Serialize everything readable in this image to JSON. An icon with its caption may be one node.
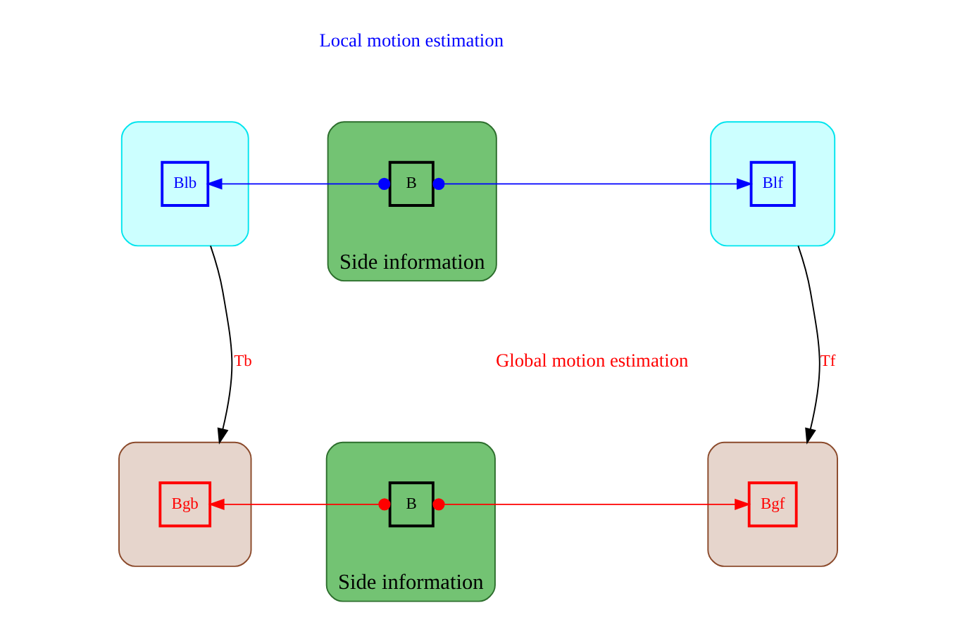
{
  "diagram": {
    "nodes": [
      {
        "text": [],
        "shape": "box"
      },
      {
        "text": [
          "Blb"
        ],
        "in": 0
      },
      {
        "text": [
          "Side information"
        ]
      },
      {
        "text": [
          "B"
        ],
        "in": 2
      },
      {
        "text": [],
        "shape": "box"
      },
      {
        "text": [
          "Blf"
        ],
        "in": 4
      },
      {
        "text": [],
        "shape": "box"
      },
      {
        "text": [
          "Bgb"
        ],
        "in": 6
      },
      {
        "text": [
          "Side information"
        ]
      },
      {
        "text": [
          "B"
        ],
        "in": 8
      },
      {
        "text": [],
        "shape": "box"
      },
      {
        "text": [
          "Bgf"
        ],
        "in": 10
      }
    ],
    "edges": [
      {
        "from": 3,
        "to": 1,
        "arrow": "to",
        "color": "#0000ff"
      },
      {
        "from": 3,
        "to": 5,
        "arrow": "to",
        "color": "#0000ff"
      },
      {
        "from": 0,
        "to": 6,
        "arrow": "to",
        "label": "Tb",
        "color": "#000000"
      },
      {
        "from": 4,
        "to": 10,
        "arrow": "to",
        "label": "Tf",
        "color": "#000000"
      },
      {
        "from": 9,
        "to": 7,
        "arrow": "to",
        "color": "#ff0000"
      },
      {
        "from": 9,
        "to": 11,
        "arrow": "to",
        "color": "#ff0000"
      }
    ],
    "labels": [
      "Local motion estimation",
      "Global motion estimation"
    ]
  }
}
